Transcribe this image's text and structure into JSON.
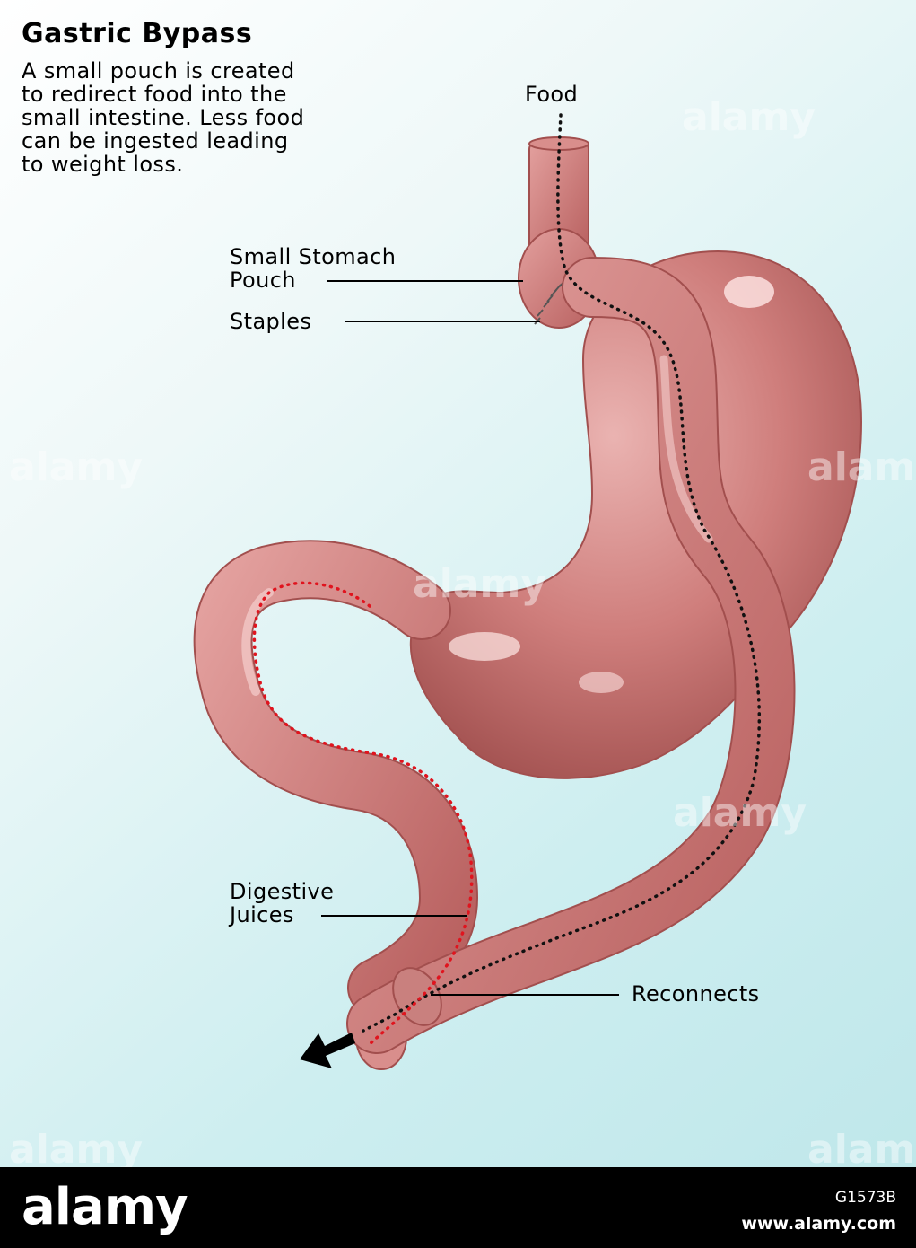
{
  "title": "Gastric Bypass",
  "description": [
    "A small pouch is created",
    "to redirect food into the",
    "small intestine. Less food",
    "can be ingested leading",
    "to weight loss."
  ],
  "labels": {
    "food": "Food",
    "small_stomach_pouch": [
      "Small Stomach",
      "Pouch"
    ],
    "staples": "Staples",
    "digestive_juices": [
      "Digestive",
      "Juices"
    ],
    "reconnects": "Reconnects"
  },
  "watermark": "alamy",
  "footer": {
    "brand": "alamy",
    "image_id": "G1573B",
    "site": "www.alamy.com"
  },
  "colors": {
    "tissue": "#c5706f",
    "tissue_dark": "#8e3d3d",
    "tissue_light": "#f2c2c0",
    "food_path": "#111111",
    "juice_path": "#e0141e"
  }
}
